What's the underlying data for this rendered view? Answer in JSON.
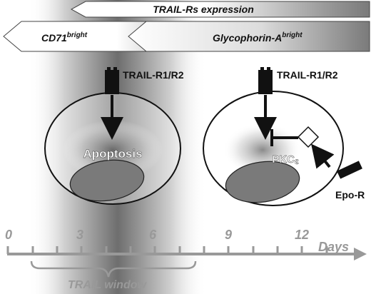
{
  "top_arrows": {
    "trail_rs": "TRAIL-Rs expression",
    "cd71": "CD71",
    "cd71_sup": "bright",
    "glycophorin": "Glycophorin-A",
    "glycophorin_sup": "bright"
  },
  "left_cell": {
    "receptor": "TRAIL-R1/R2",
    "outcome": "Apoptosis"
  },
  "right_cell": {
    "receptor": "TRAIL-R1/R2",
    "kinase": "PKC",
    "kinase_sub": "ε",
    "epo_receptor": "Epo-R"
  },
  "timeline": {
    "ticks": [
      "0",
      "3",
      "6",
      "9",
      "12"
    ],
    "unit": "Days",
    "window_label": "TRAIL window"
  }
}
